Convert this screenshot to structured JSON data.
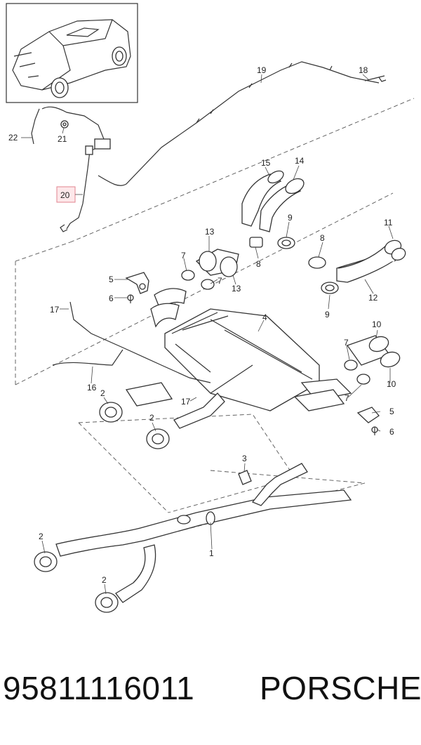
{
  "callouts": {
    "c1": "1",
    "c2a": "2",
    "c2b": "2",
    "c2c": "2",
    "c2d": "2",
    "c3": "3",
    "c4": "4",
    "c5a": "5",
    "c5b": "5",
    "c6a": "6",
    "c6b": "6",
    "c7a": "7",
    "c7b": "7",
    "c7c": "7",
    "c7d": "7",
    "c8a": "8",
    "c8b": "8",
    "c9a": "9",
    "c9b": "9",
    "c10a": "10",
    "c10b": "10",
    "c11": "11",
    "c12": "12",
    "c13a": "13",
    "c13b": "13",
    "c14": "14",
    "c15": "15",
    "c16": "16",
    "c17a": "17",
    "c17b": "17",
    "c18": "18",
    "c19": "19",
    "c20": "20",
    "c21": "21",
    "c22": "22"
  },
  "colors": {
    "highlight_fill": "#fde8ea",
    "highlight_border": "#e2838f",
    "line": "#333333"
  },
  "footer": {
    "part_number": "95811116011",
    "brand": "PORSCHE"
  }
}
